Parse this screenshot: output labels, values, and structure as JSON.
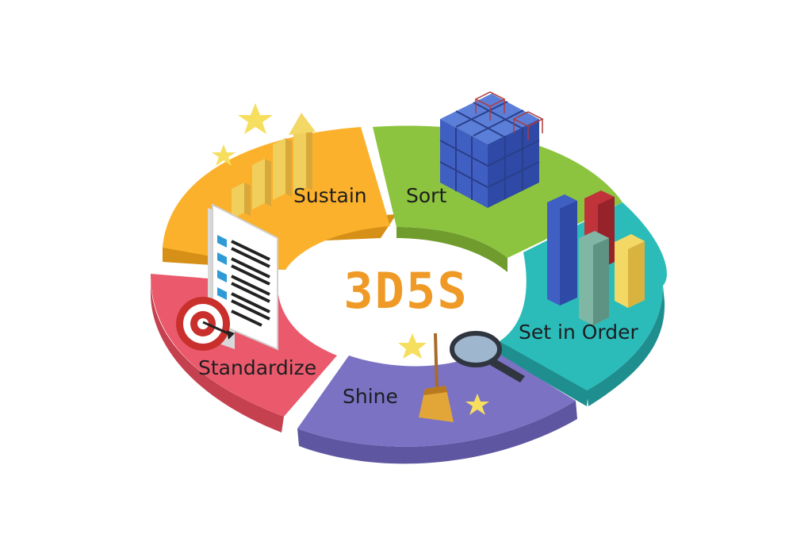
{
  "center": {
    "title": "3D5S"
  },
  "segments": [
    {
      "key": "sort",
      "label": "Sort",
      "color": "#8cc43f",
      "side": "#6f9c2c",
      "icon": "cube-grid-icon"
    },
    {
      "key": "set_in_order",
      "label": "Set in Order",
      "color": "#2bbcba",
      "side": "#1e8f8e",
      "icon": "stacked-columns-icon"
    },
    {
      "key": "shine",
      "label": "Shine",
      "color": "#7b72c4",
      "side": "#5e56a0",
      "icon": "broom-icon"
    },
    {
      "key": "standardize",
      "label": "Standardize",
      "color": "#ea5a6c",
      "side": "#c5414f",
      "icon": "checklist-icon"
    },
    {
      "key": "sustain",
      "label": "Sustain",
      "color": "#fbb12b",
      "side": "#d68f17",
      "icon": "growth-bars-icon"
    }
  ],
  "colors": {
    "title": "#ef9a26",
    "cube": "#3f5fc2",
    "star": "#f6df5e"
  }
}
